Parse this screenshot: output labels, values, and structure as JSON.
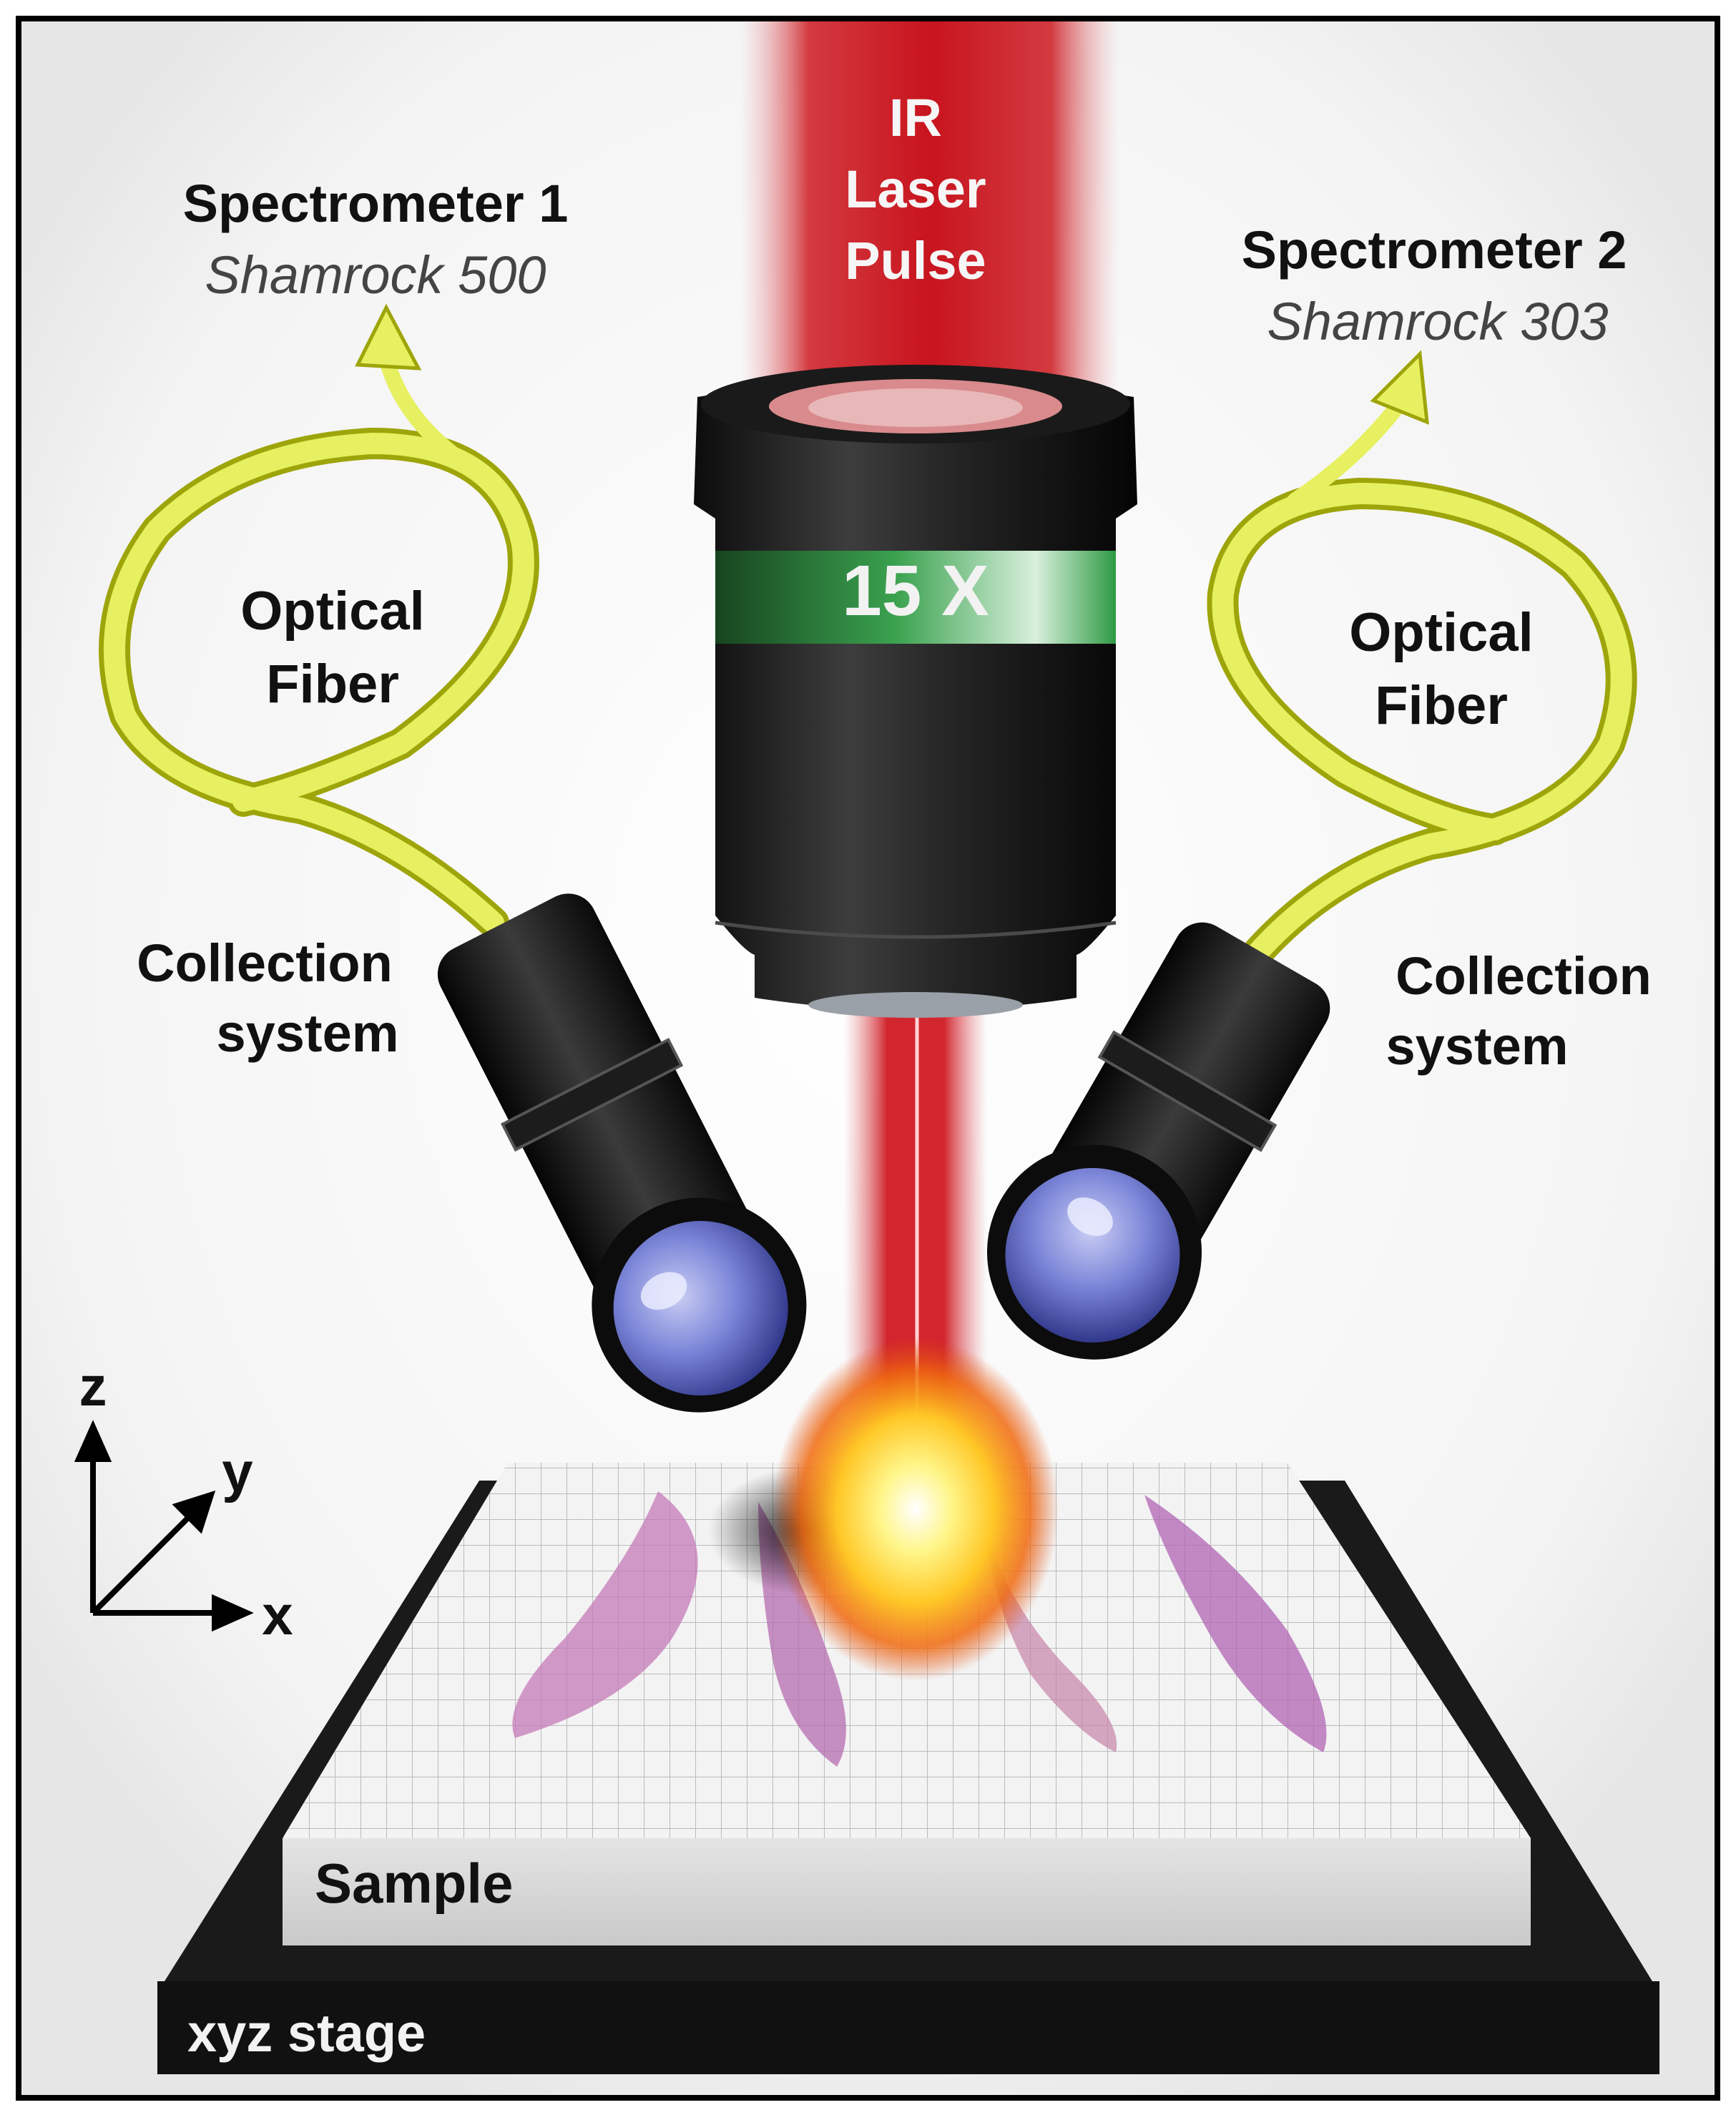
{
  "laser": {
    "line1": "IR",
    "line2": "Laser",
    "line3": "Pulse"
  },
  "objective": {
    "magnification": "15 X"
  },
  "spectrometer_1": {
    "title": "Spectrometer 1",
    "model": "Shamrock 500"
  },
  "spectrometer_2": {
    "title": "Spectrometer 2",
    "model": "Shamrock 303"
  },
  "fiber_left": {
    "line1": "Optical",
    "line2": "Fiber"
  },
  "fiber_right": {
    "line1": "Optical",
    "line2": "Fiber"
  },
  "collection_left": {
    "line1": "Collection",
    "line2": "system"
  },
  "collection_right": {
    "line1": "Collection",
    "line2": "system"
  },
  "axes": {
    "z": "z",
    "y": "y",
    "x": "x"
  },
  "sample": {
    "label": "Sample"
  },
  "stage": {
    "label": "xyz stage"
  },
  "colors": {
    "laser": "#c8141e",
    "fiber": "#e6f060",
    "objective_band": "#2f9a44",
    "lens": "#7c86d8",
    "plasma": "#fff27a",
    "stage": "#111111"
  }
}
